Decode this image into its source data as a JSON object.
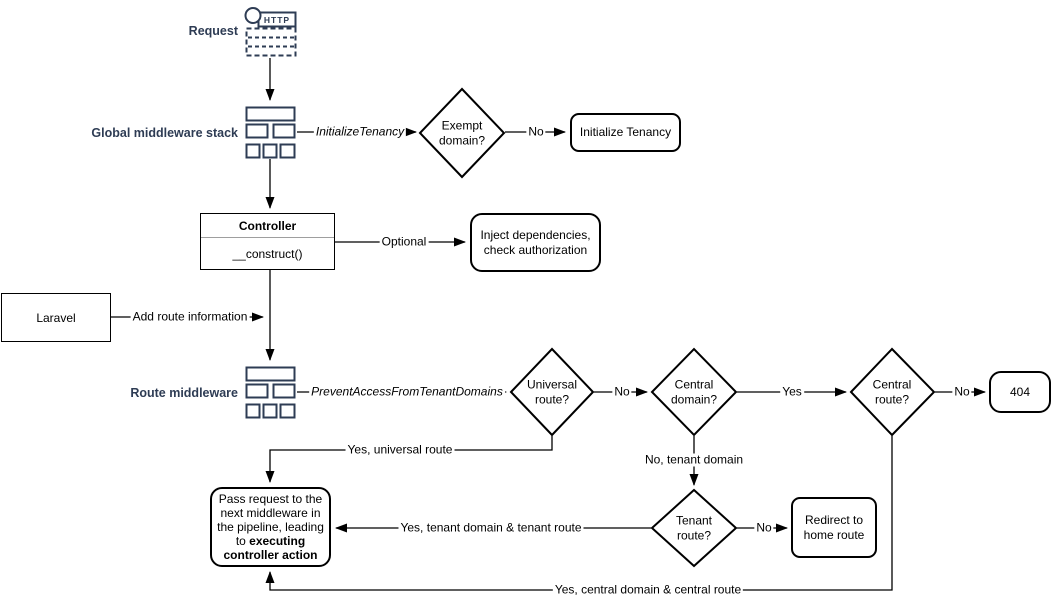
{
  "colors": {
    "label_accent": "#2e3c54",
    "shape_stroke": "#000000",
    "background": "#ffffff"
  },
  "stages": {
    "request": {
      "label": "Request",
      "icon_text": "HTTP"
    },
    "global_middleware": {
      "label": "Global middleware stack"
    },
    "controller": {
      "title": "Controller",
      "member": "__construct()"
    },
    "laravel": {
      "label": "Laravel"
    },
    "route_middleware": {
      "label": "Route middleware"
    }
  },
  "decisions": {
    "exempt_domain": {
      "label": "Exempt domain?"
    },
    "universal_route": {
      "label": "Universal route?"
    },
    "central_domain": {
      "label": "Central domain?"
    },
    "central_route": {
      "label": "Central route?"
    },
    "tenant_route": {
      "label": "Tenant route?"
    }
  },
  "terminals": {
    "initialize_tenancy": {
      "label": "Initialize Tenancy"
    },
    "inject_dependencies": {
      "label": "Inject dependencies, check authorization"
    },
    "not_found": {
      "label": "404"
    },
    "redirect_home": {
      "label": "Redirect to home route"
    },
    "pass_request": {
      "text": "Pass request to the next middleware in the pipeline, leading to ",
      "bold_text": "executing controller action"
    }
  },
  "edge_labels": {
    "initialize_tenancy_mw": "InitializeTenancy",
    "exempt_no": "No",
    "optional": "Optional",
    "add_route_information": "Add route information",
    "prevent_access_mw": "PreventAccessFromTenantDomains",
    "universal_no": "No",
    "central_domain_yes": "Yes",
    "central_route_no": "No",
    "universal_yes": "Yes, universal route",
    "central_domain_no": "No, tenant domain",
    "tenant_no": "No",
    "tenant_yes": "Yes, tenant domain & tenant route",
    "central_route_yes": "Yes, central domain & central route"
  }
}
